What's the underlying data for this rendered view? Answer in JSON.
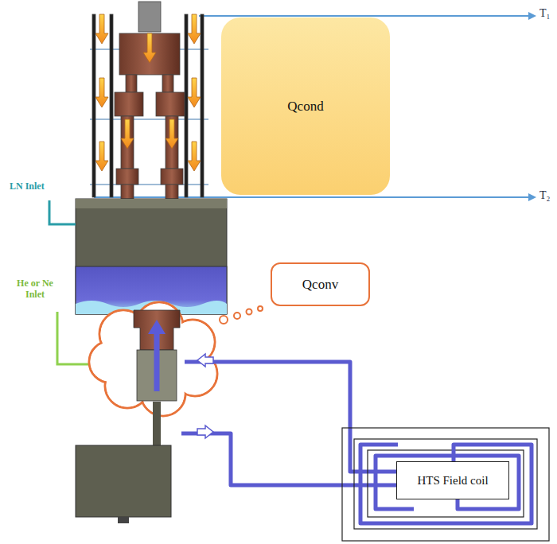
{
  "diagram": {
    "nodes": [
      {
        "text": [
          "Qcond"
        ]
      },
      {
        "text": [
          "Qconv"
        ]
      },
      {
        "text": [
          "HTS Field coil"
        ]
      }
    ],
    "labels": [
      "T₁",
      "LN Inlet",
      "T₂",
      "He or Ne Inlet"
    ]
  }
}
